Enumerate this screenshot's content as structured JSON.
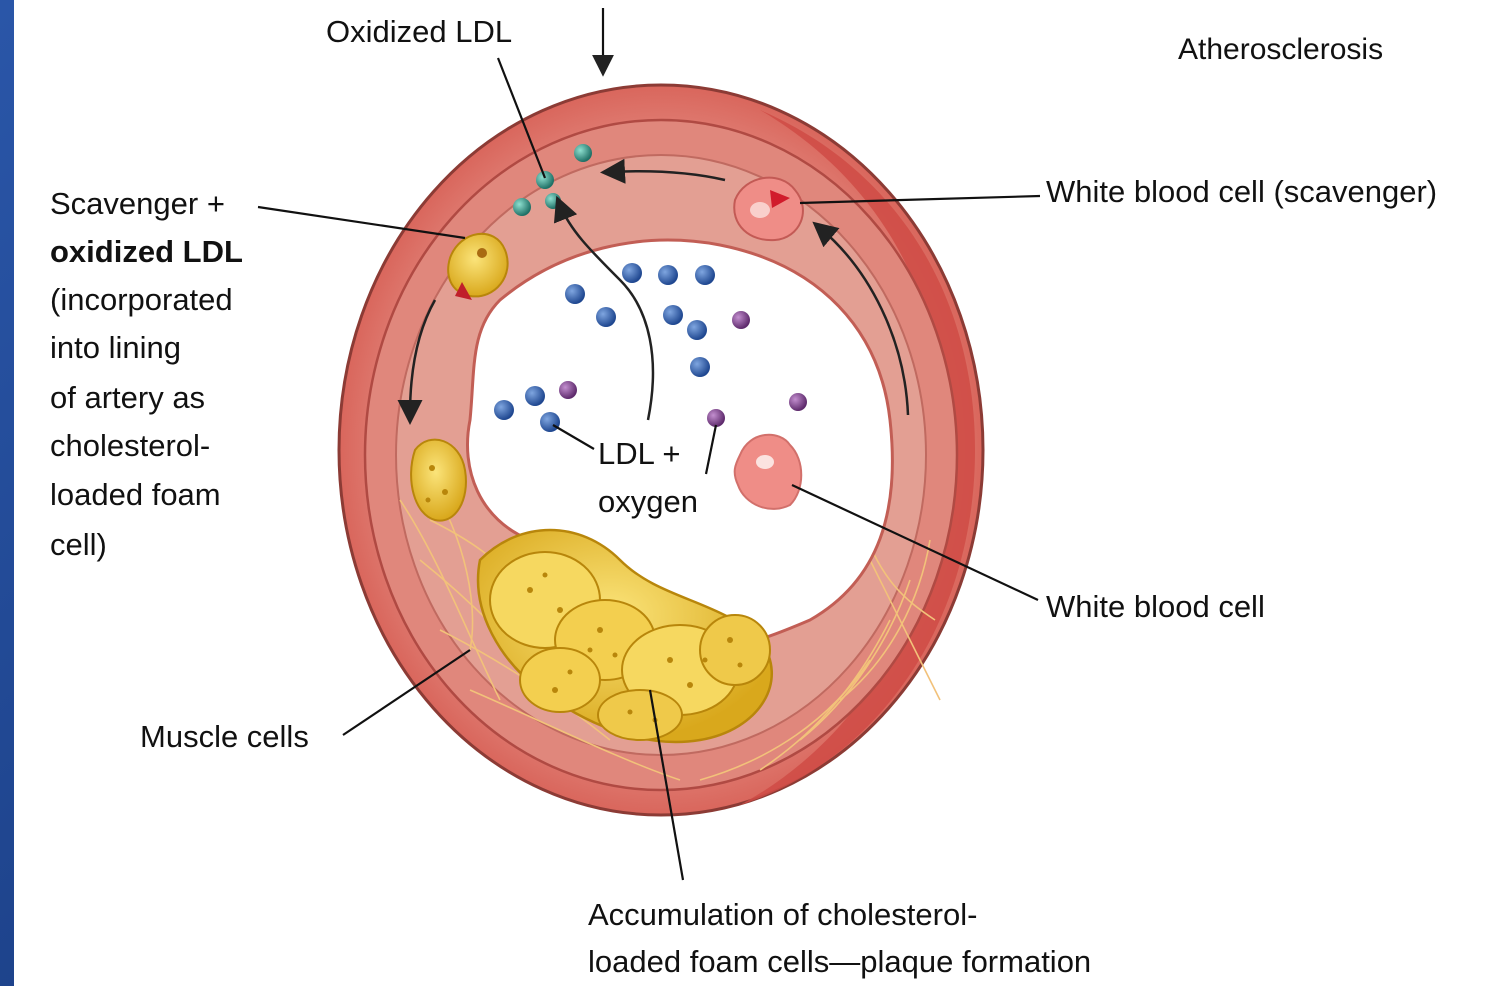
{
  "diagram": {
    "title": "Atherosclerosis",
    "labels": {
      "oxidized_ldl": "Oxidized LDL",
      "white_blood_cell_scavenger": "White blood cell (scavenger)",
      "scavenger_lines": [
        "Scavenger +",
        "oxidized LDL",
        "(incorporated",
        "into lining",
        "of artery as",
        "cholesterol-",
        "loaded foam",
        "cell)"
      ],
      "ldl_oxygen_lines": [
        "LDL +",
        "oxygen"
      ],
      "white_blood_cell": "White blood cell",
      "muscle_cells": "Muscle cells",
      "accumulation_lines": [
        "Accumulation of cholesterol-",
        "loaded foam cells—plaque formation"
      ]
    },
    "colors": {
      "background_border": "#1d3f86",
      "artery_outer": "#e88f86",
      "artery_wall": "#d9786e",
      "artery_inner_edge": "#c9574f",
      "lumen": "#ffffff",
      "ldl_blue": "#2f5da8",
      "ldl_purple": "#7a3d86",
      "oxidized_teal": "#2f8f84",
      "foam_cell": "#e8c23c",
      "white_cell": "#f08c86"
    }
  }
}
